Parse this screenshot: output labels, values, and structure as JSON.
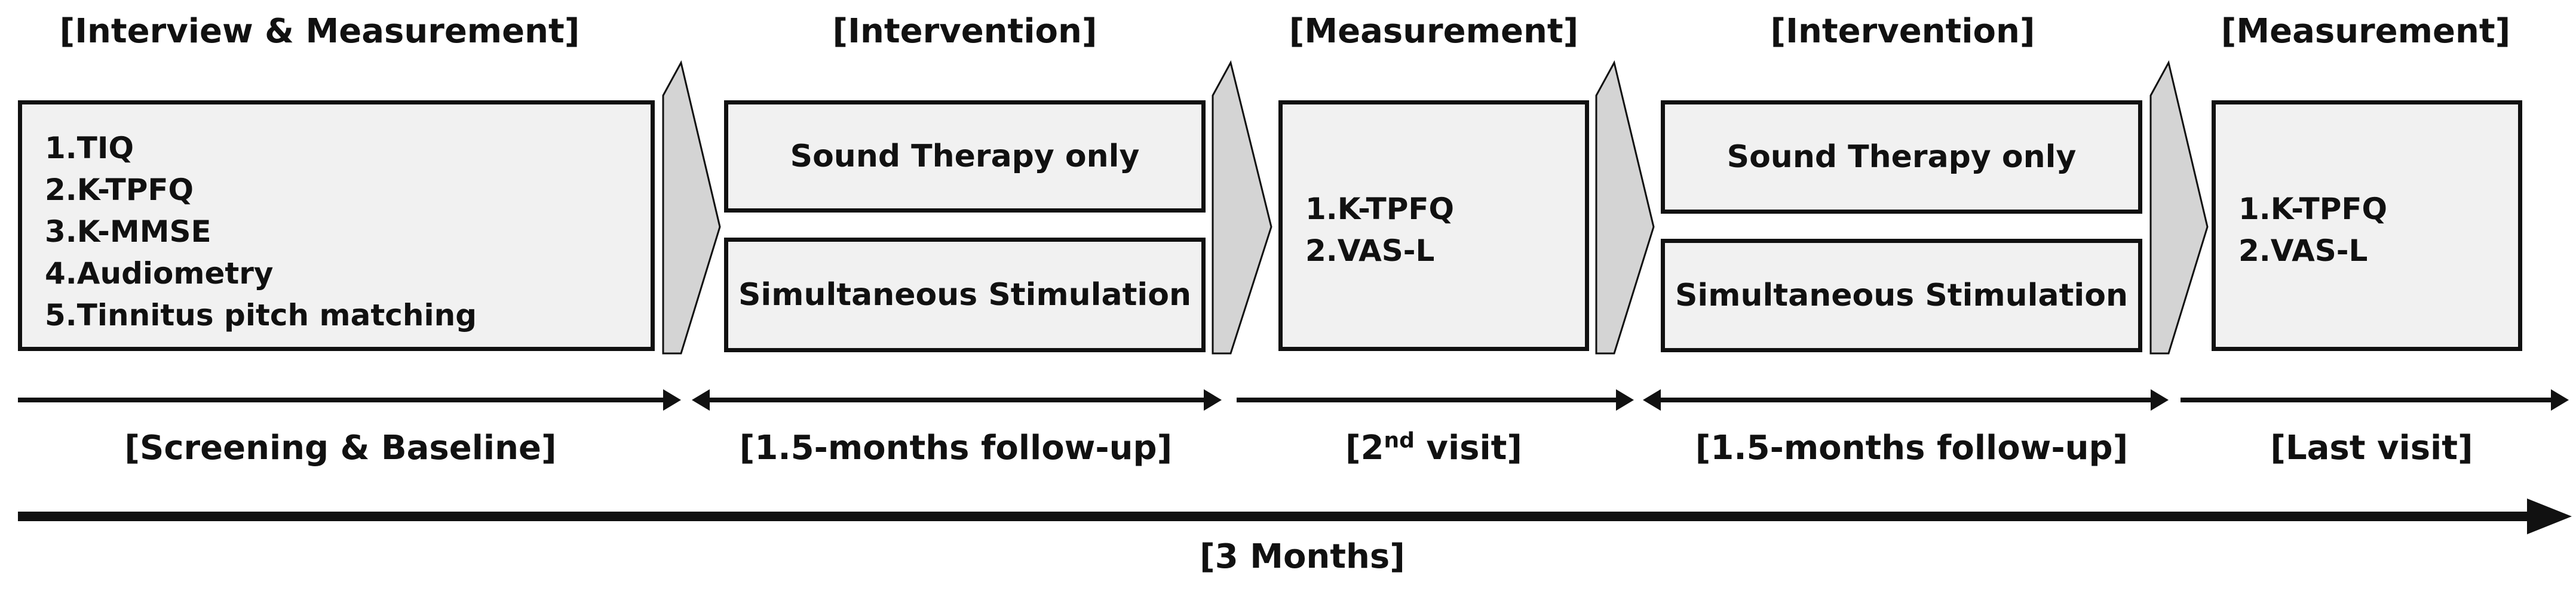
{
  "headings": {
    "interview": "[Interview & Measurement]",
    "intervention1": "[Intervention]",
    "measurement1": "[Measurement]",
    "intervention2": "[Intervention]",
    "measurement2": "[Measurement]"
  },
  "baseline_items": [
    "1.TIQ",
    "2.K-TPFQ",
    "3.K-MMSE",
    "4.Audiometry",
    "5.Tinnitus pitch matching"
  ],
  "intervention1": {
    "option_a": "Sound Therapy only",
    "option_b": "Simultaneous Stimulation"
  },
  "intervention2": {
    "option_a": "Sound Therapy only",
    "option_b": "Simultaneous Stimulation"
  },
  "measurement1_items": [
    "1.K-TPFQ",
    "2.VAS-L"
  ],
  "measurement2_items": [
    "1.K-TPFQ",
    "2.VAS-L"
  ],
  "phases": {
    "screening": "[Screening & Baseline]",
    "followup1": "[1.5-months follow-up]",
    "visit2_prefix": "[2",
    "visit2_sup": "nd",
    "visit2_suffix": " visit]",
    "followup2": "[1.5-months follow-up]",
    "last": "[Last visit]"
  },
  "duration": "[3 Months]",
  "colors": {
    "box_fill": "#f1f1f1",
    "chevron_fill": "#d4d4d4",
    "line": "#111111"
  }
}
